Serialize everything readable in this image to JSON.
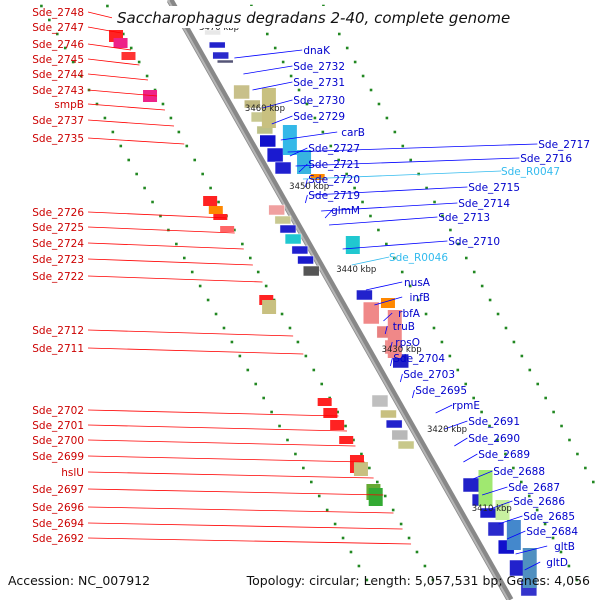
{
  "title": "Saccharophagus degradans 2-40, complete genome",
  "accession": "Accession: NC_007912",
  "summary": "Topology: circular; Length: 5,057,531 bp; Genes: 4,056",
  "scale_labels": [
    "3470 kbp",
    "3460 kbp",
    "3450 kbp",
    "3440 kbp",
    "3430 kbp",
    "3420 kbp",
    "3410 kbp"
  ],
  "colors": {
    "left_label": "#cc0000",
    "right_label": "#0000cc",
    "rna_label": "#33bbee",
    "backbone": "#888888",
    "tick": "#228822"
  },
  "left_labels": [
    "Sde_2748",
    "Sde_2747",
    "Sde_2746",
    "Sde_2745",
    "Sde_2744",
    "Sde_2743",
    "smpB",
    "Sde_2737",
    "Sde_2735",
    "Sde_2726",
    "Sde_2725",
    "Sde_2724",
    "Sde_2723",
    "Sde_2722",
    "Sde_2712",
    "Sde_2711",
    "Sde_2702",
    "Sde_2701",
    "Sde_2700",
    "Sde_2699",
    "hslU",
    "Sde_2697",
    "Sde_2696",
    "Sde_2694",
    "Sde_2692"
  ],
  "right_labels": [
    "dnaK",
    "Sde_2732",
    "Sde_2731",
    "Sde_2730",
    "Sde_2729",
    "carB",
    "Sde_2727",
    "Sde_2721",
    "Sde_2720",
    "Sde_2719",
    "glmM",
    "Sde_2717",
    "Sde_2716",
    "Sde_R0047",
    "Sde_2715",
    "Sde_2714",
    "Sde_2713",
    "Sde_2710",
    "Sde_R0046",
    "nusA",
    "infB",
    "rbfA",
    "truB",
    "rpsO",
    "Sde_2704",
    "Sde_2703",
    "Sde_2695",
    "rpmE",
    "Sde_2691",
    "Sde_2690",
    "Sde_2689",
    "Sde_2688",
    "Sde_2687",
    "Sde_2686",
    "Sde_2685",
    "Sde_2684",
    "gltB",
    "gltD"
  ]
}
